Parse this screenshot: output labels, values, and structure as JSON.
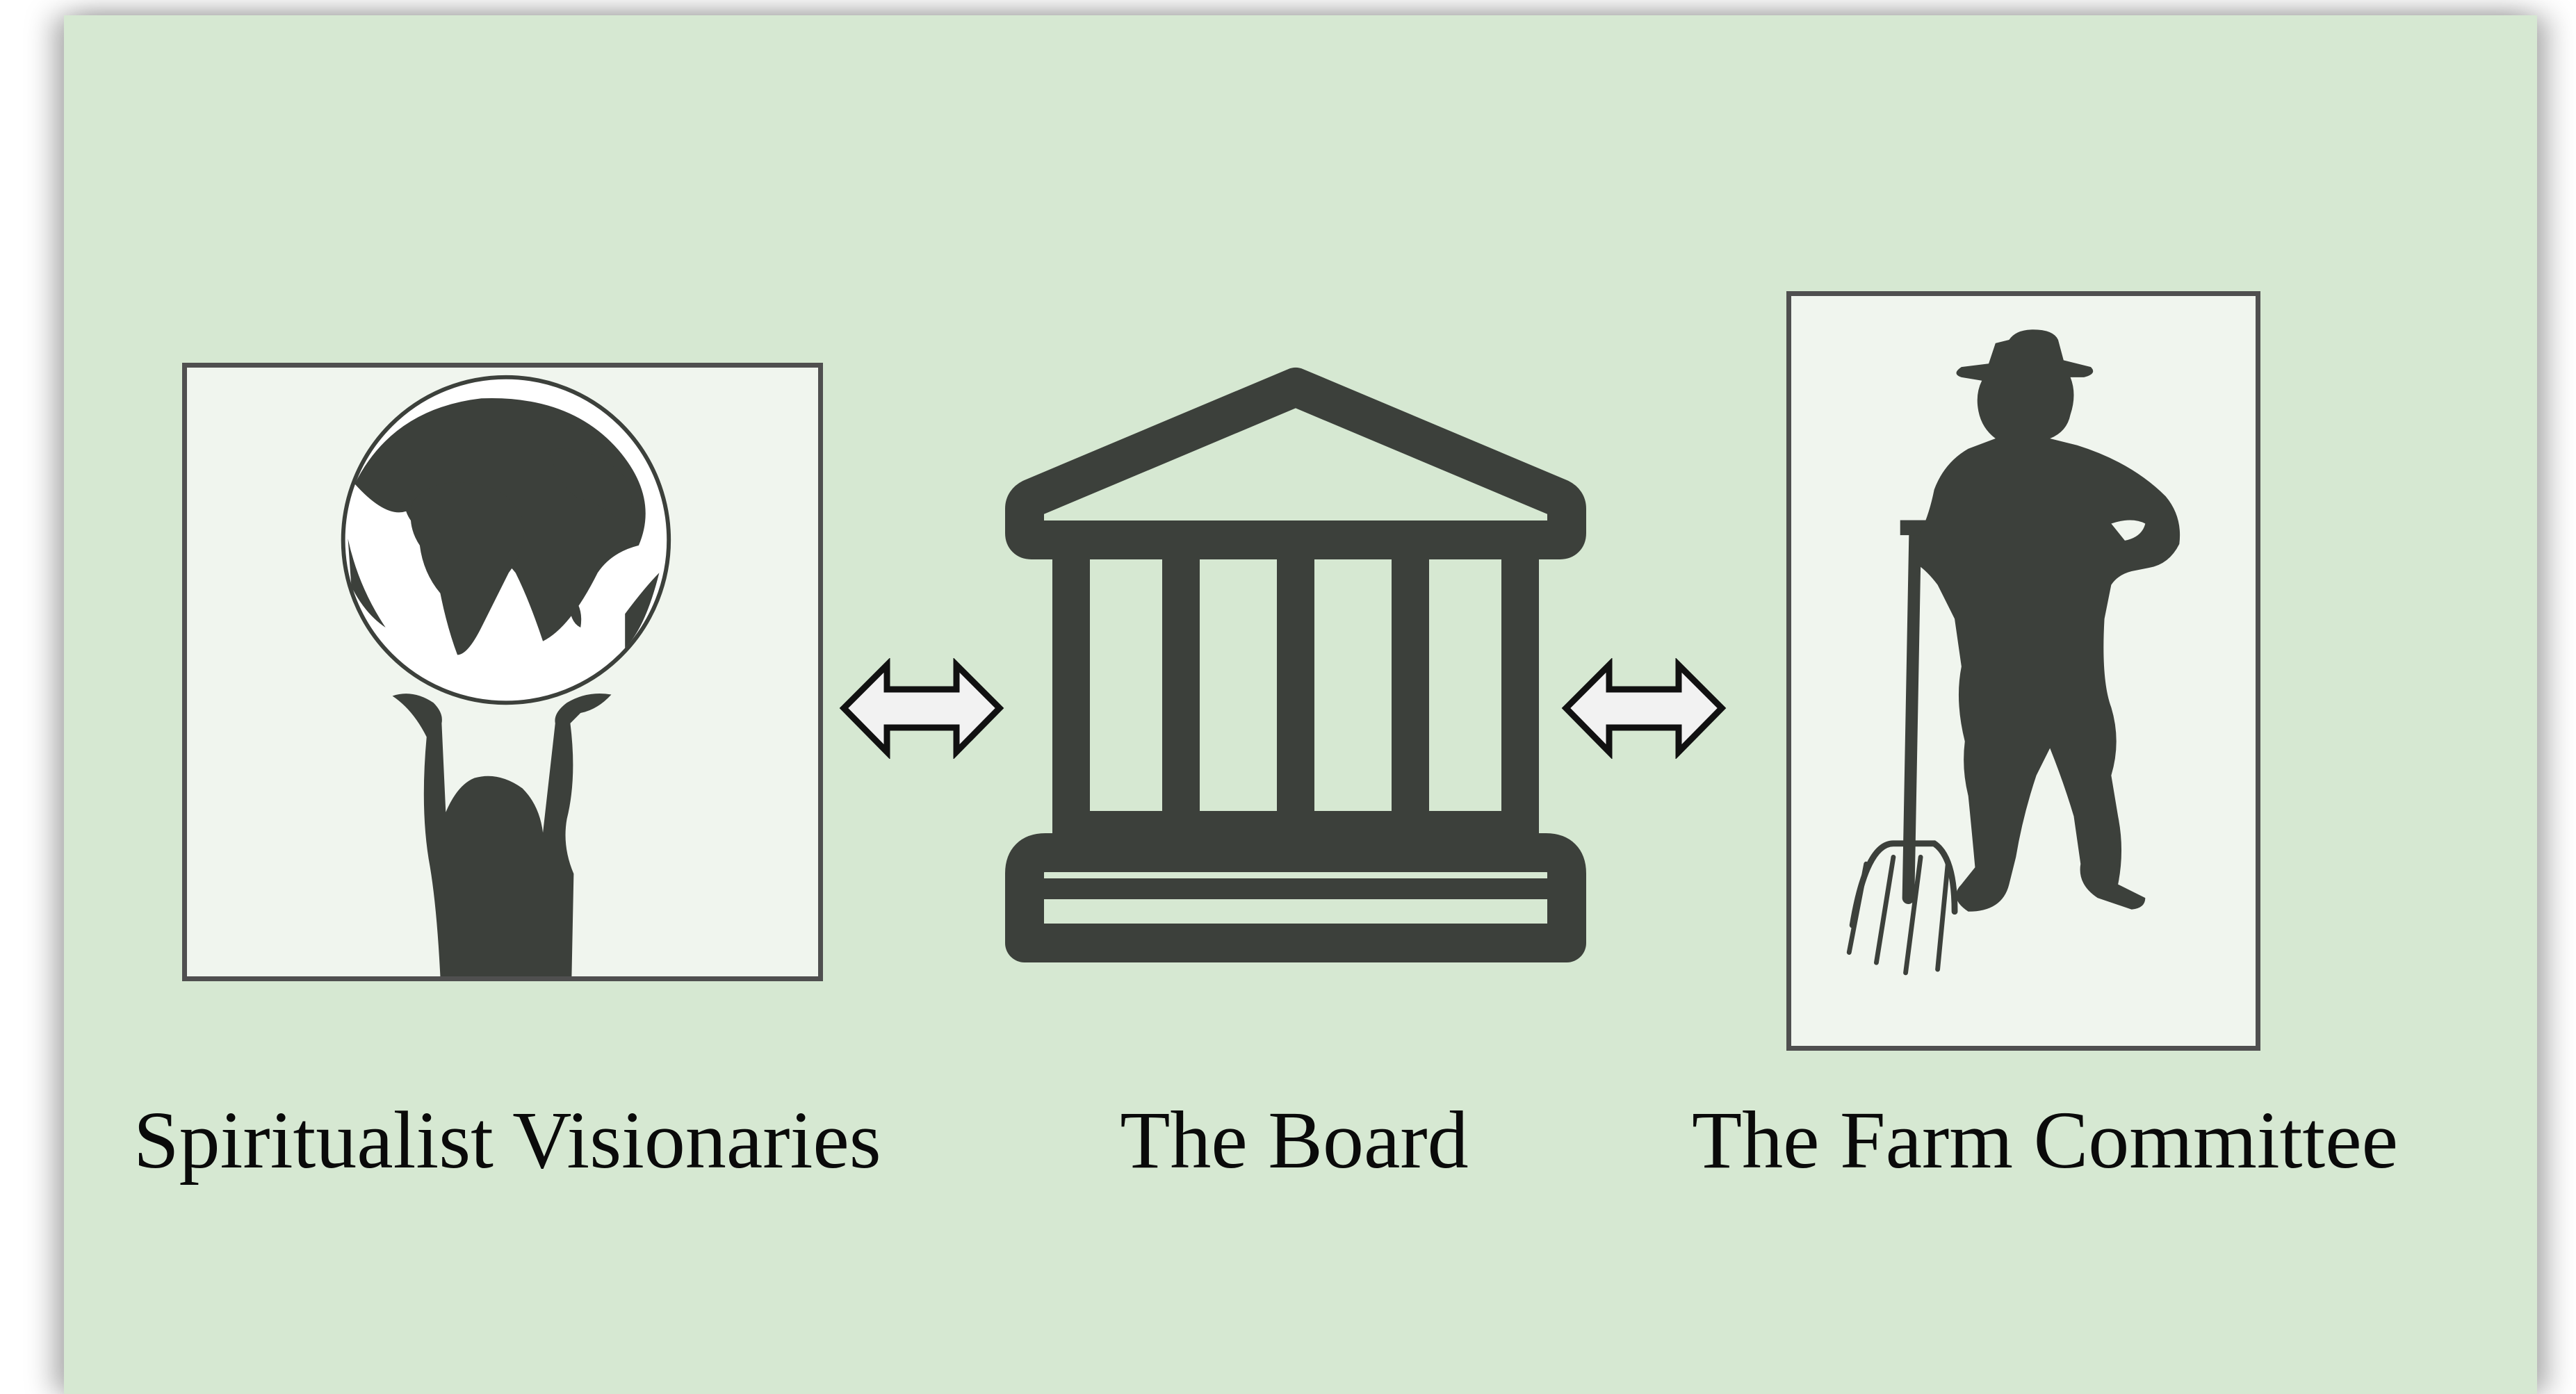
{
  "diagram": {
    "nodes": [
      {
        "id": "visionaries",
        "label": "Spiritualist Visionaries",
        "icon": "globe-held-by-person-icon"
      },
      {
        "id": "board",
        "label": "The Board",
        "icon": "institution-building-icon"
      },
      {
        "id": "farm",
        "label": "The Farm Committee",
        "icon": "farmer-with-pitchfork-icon"
      }
    ],
    "links": [
      {
        "from": "visionaries",
        "to": "board",
        "type": "bidirectional",
        "icon": "double-arrow-icon"
      },
      {
        "from": "board",
        "to": "farm",
        "type": "bidirectional",
        "icon": "double-arrow-icon"
      }
    ]
  },
  "colors": {
    "background": "#d6e8d2",
    "panel": "#f0f5ee",
    "silhouette": "#3c403b",
    "border": "#4f4f4f",
    "arrow_fill": "#f2f2f2"
  }
}
